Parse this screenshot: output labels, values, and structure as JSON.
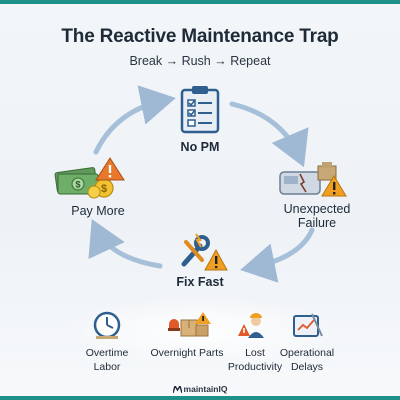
{
  "header": {
    "title": "The Reactive Maintenance Trap",
    "subtitle": "Break → Rush → Repeat"
  },
  "cycle": {
    "nodes": [
      {
        "id": "no-pm",
        "label": "No PM",
        "icon": "checklist-clipboard-icon"
      },
      {
        "id": "unexpected-failure",
        "label_line1": "Unexpected",
        "label_line2": "Failure",
        "icon": "broken-machine-warning-icon"
      },
      {
        "id": "fix-fast",
        "label": "Fix Fast",
        "icon": "wrench-warning-icon"
      },
      {
        "id": "pay-more",
        "label": "Pay More",
        "icon": "cash-coins-warning-icon"
      }
    ],
    "direction": "clockwise"
  },
  "impacts": [
    {
      "label_line1": "Overtime",
      "label_line2": "Labor",
      "icon": "clock-icon"
    },
    {
      "label_line1": "Overnight Parts",
      "label_line2": "",
      "icon": "boxes-alarm-icon"
    },
    {
      "label_line1": "Lost",
      "label_line2": "Productivity",
      "icon": "worker-warning-icon"
    },
    {
      "label_line1": "Operational",
      "label_line2": "Delays",
      "icon": "clipboard-chart-icon"
    }
  ],
  "footer": {
    "brand": "maintainIQ"
  },
  "colors": {
    "accent": "#1f8f8a",
    "arrow": "#9fb8d4",
    "warning": "#f0a020",
    "title": "#1e2a38"
  }
}
